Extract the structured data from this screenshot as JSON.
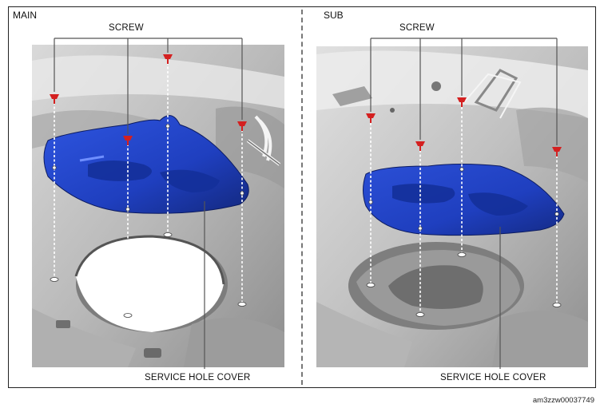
{
  "main": {
    "title": "MAIN",
    "screw_label": "SCREW",
    "cover_label": "SERVICE HOLE COVER"
  },
  "sub": {
    "title": "SUB",
    "screw_label": "SCREW",
    "cover_label": "SERVICE HOLE COVER"
  },
  "image_code": "am3zzw00037749",
  "colors": {
    "cover_blue": "#1f3fbf",
    "screw_red": "#d42020",
    "frame": "#222222",
    "divider": "#777777"
  }
}
